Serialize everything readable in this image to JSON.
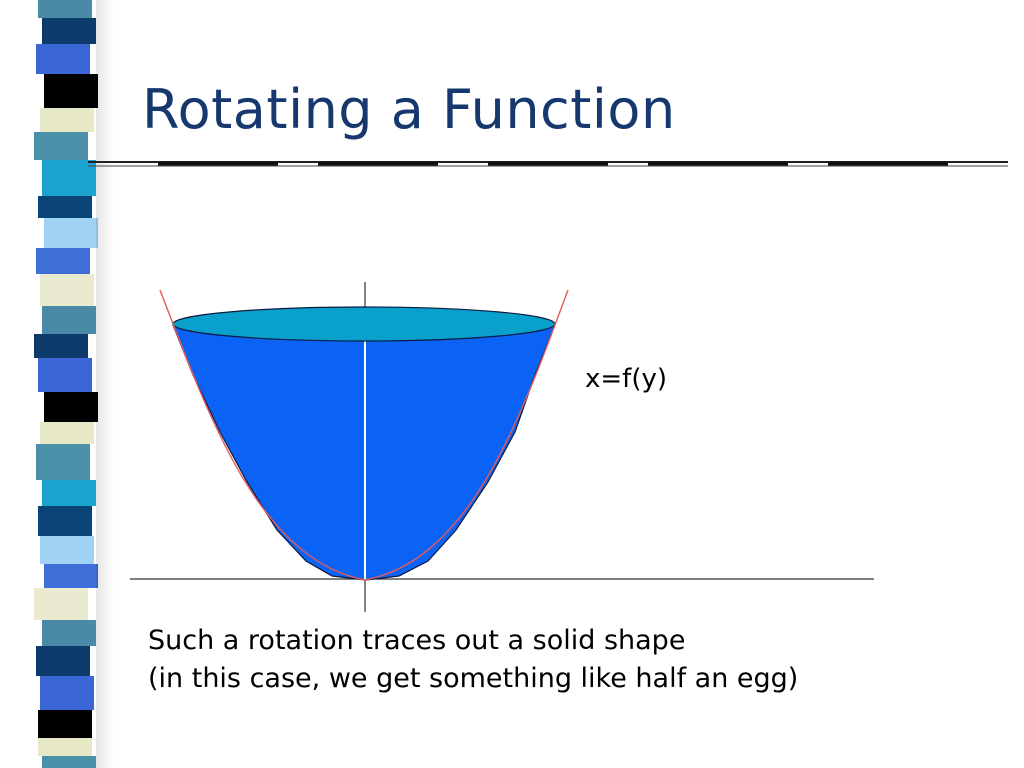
{
  "slide": {
    "title": "Rotating a Function",
    "function_label": "x=f(y)",
    "caption_line1": "Such a rotation traces out a solid shape",
    "caption_line2": "(in this case, we get something like half an egg)"
  },
  "colors": {
    "title": "#16386e",
    "solid_fill": "#0b63f5",
    "rim_fill": "#0aa0cc",
    "curve": "#e35a5a",
    "axis": "#333333",
    "stripe_palette": [
      "#4a8aa6",
      "#0b3a6b",
      "#3b67d6",
      "#000000",
      "#e6e8c6",
      "#4a90a8",
      "#1aa3cf",
      "#0a4476",
      "#9fd2f5",
      "#3f6ed8",
      "#e9ead0"
    ]
  }
}
